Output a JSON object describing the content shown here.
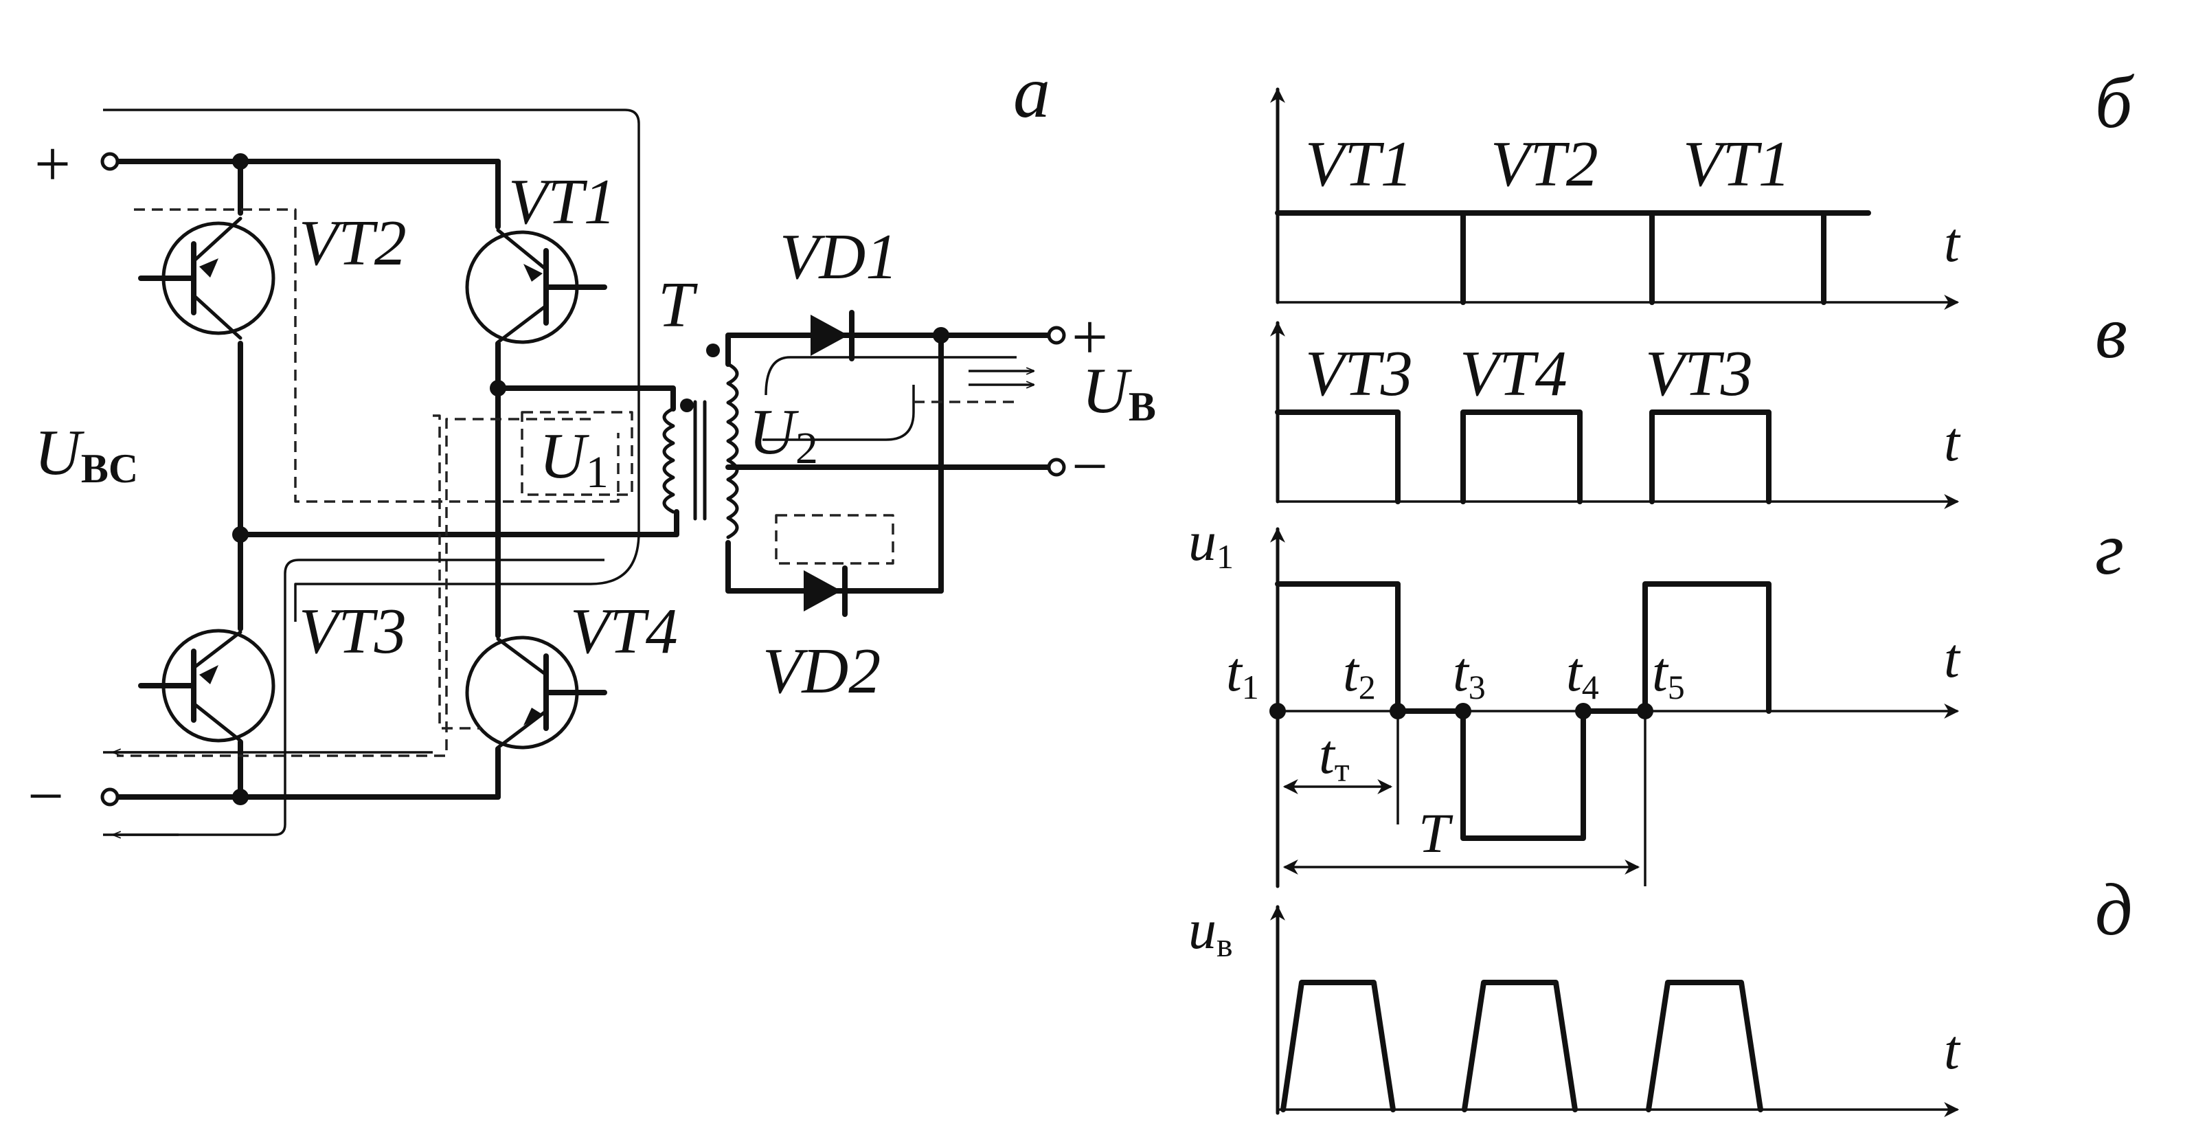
{
  "panels": {
    "a": "а",
    "b": "б",
    "v": "в",
    "g": "г",
    "d": "д"
  },
  "circuit": {
    "input_voltage": {
      "main": "U",
      "sub": "BC"
    },
    "plus": "+",
    "minus": "−",
    "transistors": {
      "vt1": "VT1",
      "vt2": "VT2",
      "vt3": "VT3",
      "vt4": "VT4"
    },
    "transformer": "T",
    "primary_voltage": {
      "main": "U",
      "sub": "1"
    },
    "secondary_voltage": {
      "main": "U",
      "sub": "2"
    },
    "diodes": {
      "vd1": "VD1",
      "vd2": "VD2"
    },
    "output_voltage": {
      "main": "U",
      "sub": "B"
    },
    "out_plus": "+",
    "out_minus": "−"
  },
  "timing": {
    "time_axis": "t",
    "switch_b": [
      "VT1",
      "VT2",
      "VT1"
    ],
    "switch_v": [
      "VT3",
      "VT4",
      "VT3"
    ],
    "u1_axis": {
      "main": "u",
      "sub": "1"
    },
    "instants": [
      {
        "main": "t",
        "sub": "1"
      },
      {
        "main": "t",
        "sub": "2"
      },
      {
        "main": "t",
        "sub": "3"
      },
      {
        "main": "t",
        "sub": "4"
      },
      {
        "main": "t",
        "sub": "5"
      }
    ],
    "pulse_width": {
      "main": "t",
      "sub": "т"
    },
    "period": "T",
    "ub_axis": {
      "main": "u",
      "sub": "в"
    }
  }
}
